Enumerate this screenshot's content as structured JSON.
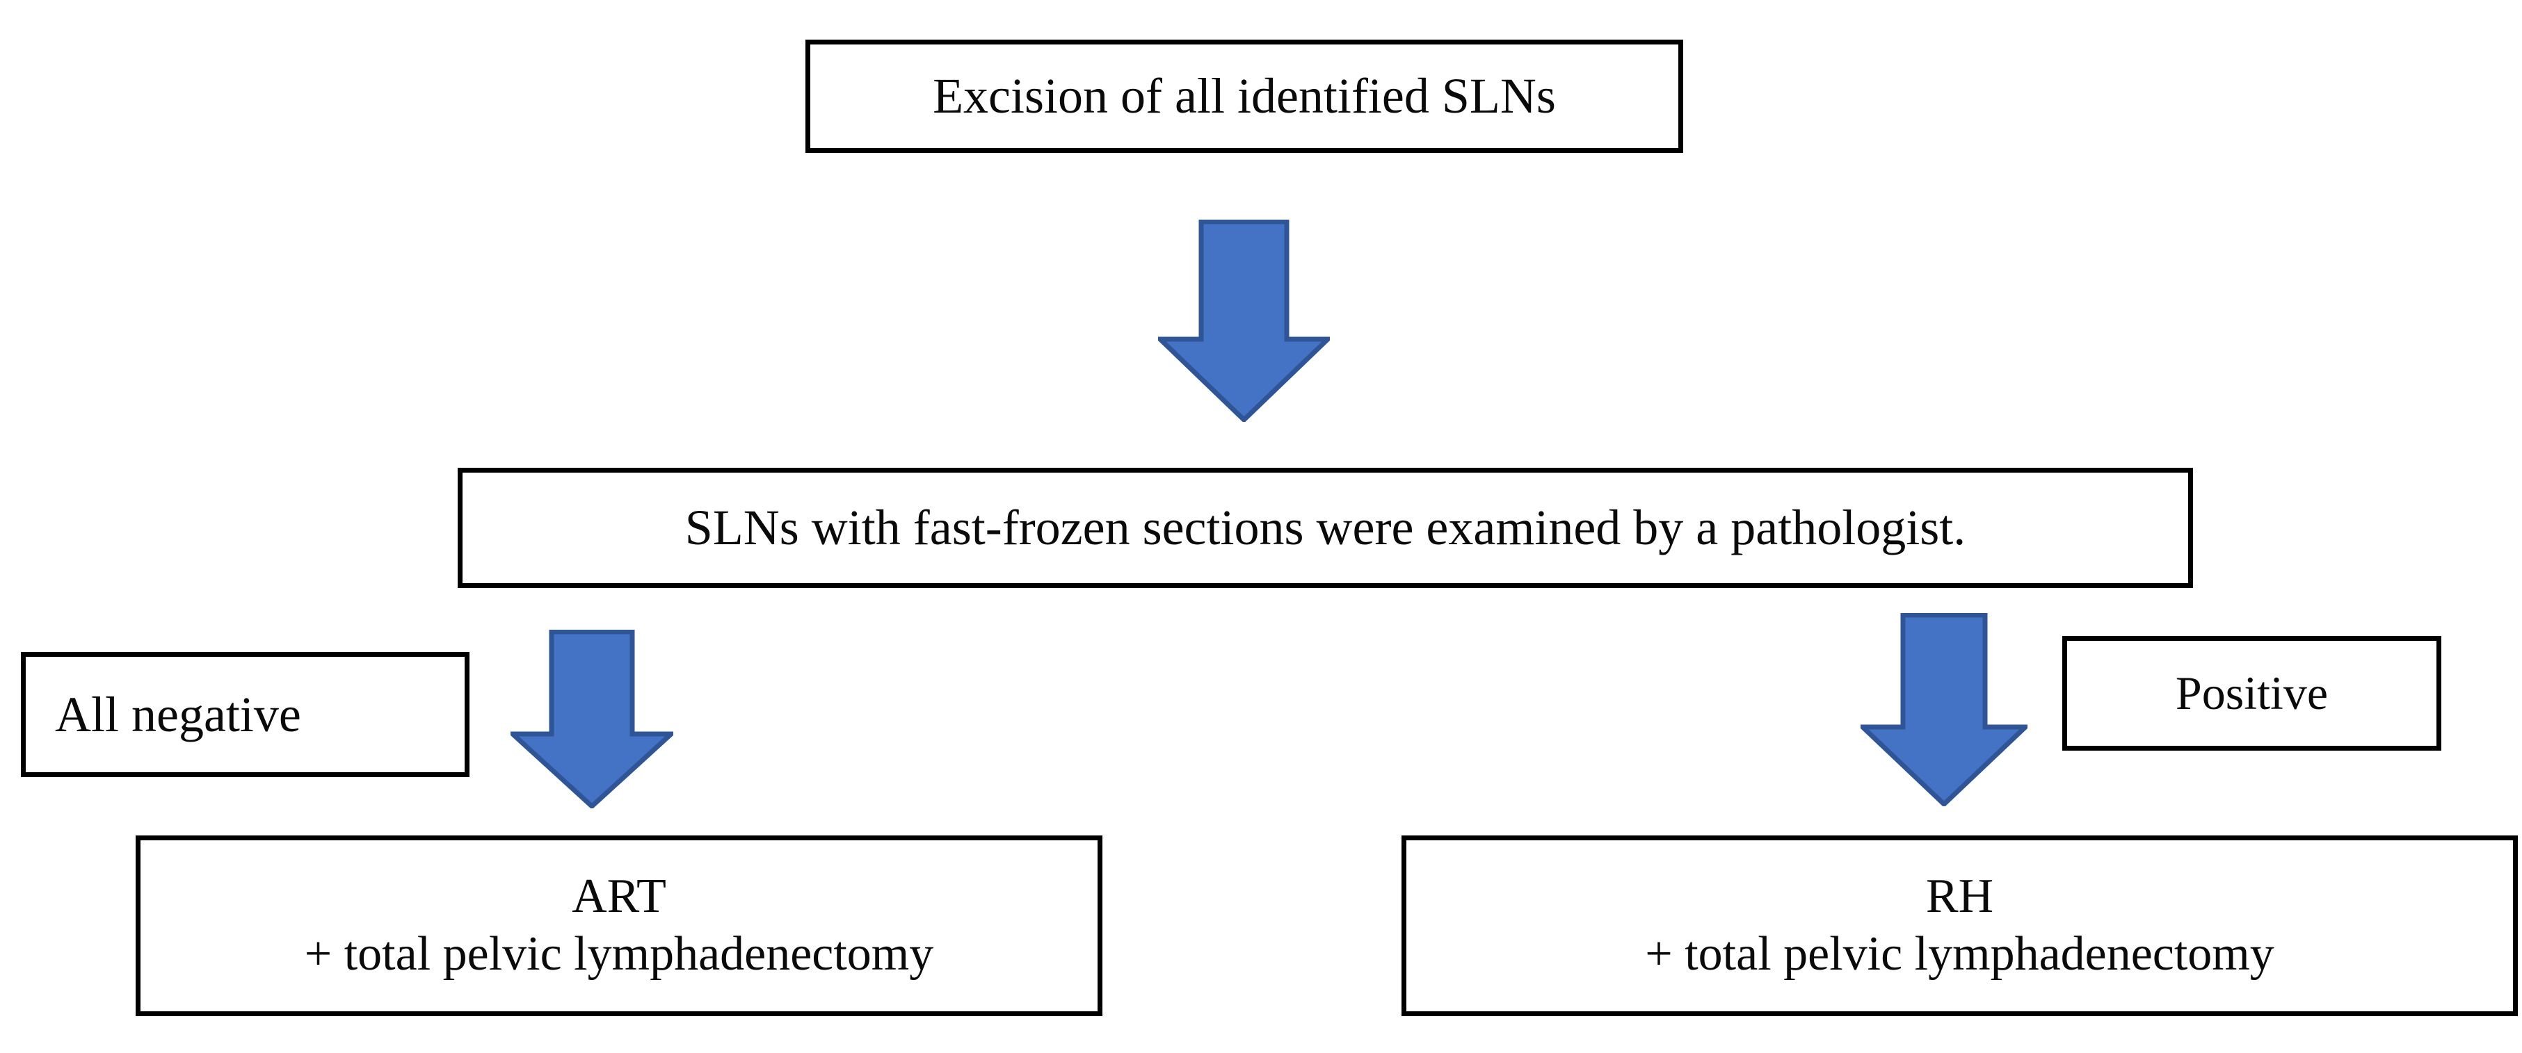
{
  "figure": {
    "type": "flowchart",
    "orientation": "top-down",
    "background_color": "#ffffff"
  },
  "theme": {
    "node_border_color": "#000000",
    "node_fill_color": "#ffffff",
    "text_color": "#0a0a0a",
    "arrow_fill_color": "#4472C4",
    "arrow_stroke_color": "#2F5597"
  },
  "nodes": {
    "excision": {
      "label": "Excision of all identified SLNs"
    },
    "frozen_section": {
      "label": "SLNs with fast-frozen sections were examined by a pathologist."
    },
    "all_negative": {
      "label": "All negative"
    },
    "positive": {
      "label": "Positive"
    },
    "art": {
      "line1": "ART",
      "line2": "+ total pelvic lymphadenectomy"
    },
    "rh": {
      "line1": "RH",
      "line2": "+ total pelvic lymphadenectomy"
    }
  },
  "arrows": [
    {
      "name": "arrow-excision-to-frozen",
      "direction": "down",
      "from": "excision",
      "to": "frozen_section"
    },
    {
      "name": "arrow-frozen-to-art",
      "direction": "down",
      "from": "frozen_section",
      "to": "art",
      "condition": "All negative"
    },
    {
      "name": "arrow-frozen-to-rh",
      "direction": "down",
      "from": "frozen_section",
      "to": "rh",
      "condition": "Positive"
    }
  ]
}
